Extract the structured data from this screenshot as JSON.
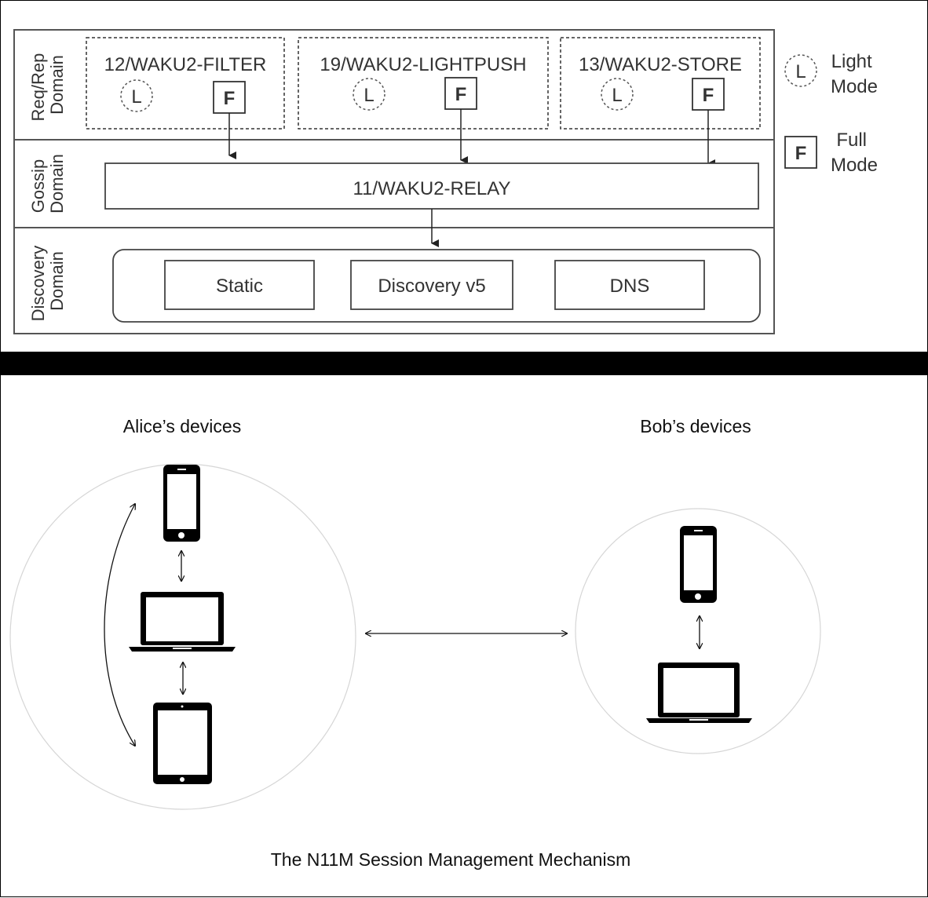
{
  "stack": {
    "domains": {
      "reqrep": [
        "Req/Rep",
        "Domain"
      ],
      "gossip": [
        "Gossip",
        "Domain"
      ],
      "discovery": [
        "Discovery",
        "Domain"
      ]
    },
    "protocols": {
      "filter": "12/WAKU2-FILTER",
      "lightpush": "19/WAKU2-LIGHTPUSH",
      "store": "13/WAKU2-STORE"
    },
    "light_badge": "L",
    "full_badge": "F",
    "relay": "11/WAKU2-RELAY",
    "discovery_methods": {
      "static": "Static",
      "discv5": "Discovery v5",
      "dns": "DNS"
    },
    "legend": {
      "light": [
        "Light",
        "Mode"
      ],
      "full": [
        "Full",
        "Mode"
      ]
    }
  },
  "session": {
    "alice_label": "Alice’s devices",
    "bob_label": "Bob’s devices",
    "caption": "The N11M Session Management Mechanism"
  }
}
